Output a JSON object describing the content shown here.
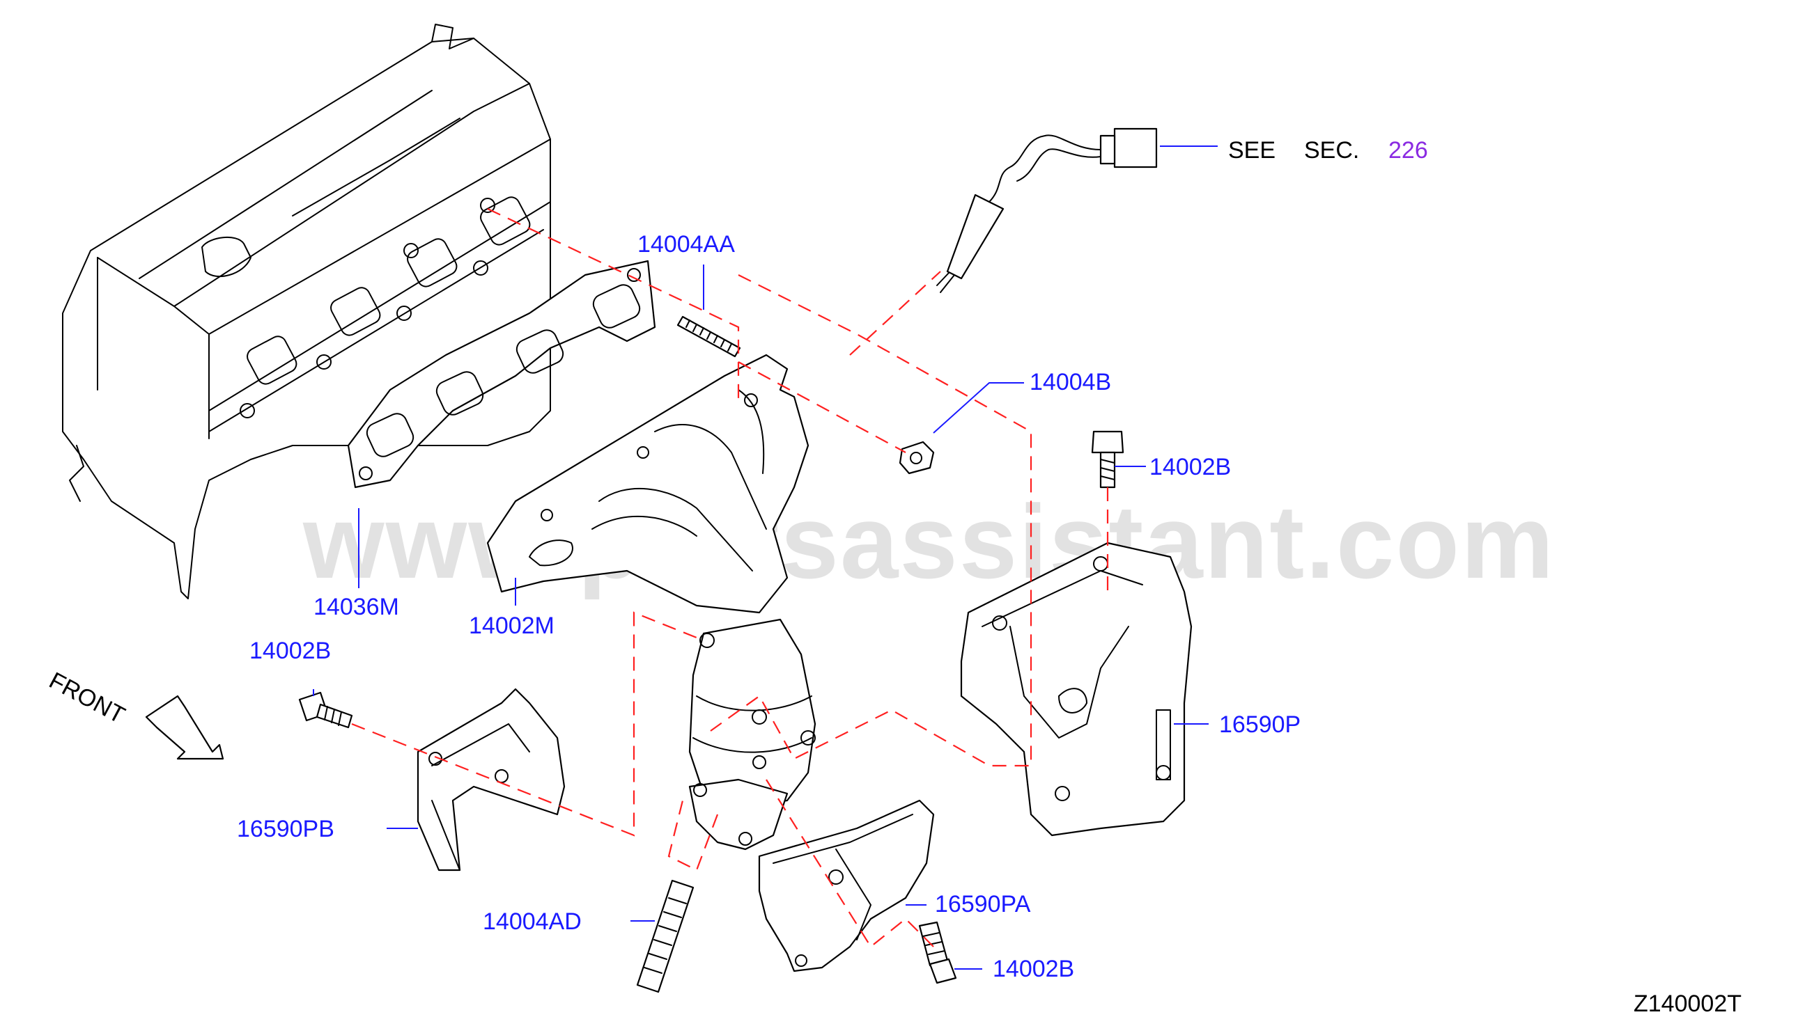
{
  "watermark": "www.partsassistant.com",
  "diagram_code": "Z140002T",
  "front_label": "FRONT",
  "see_section": {
    "see": "SEE",
    "sec": "SEC.",
    "number": "226"
  },
  "callouts": {
    "stud_upper": "14004AA",
    "nut": "14004B",
    "bolt_right": "14002B",
    "gasket": "14036M",
    "manifold": "14002M",
    "bolt_left": "14002B",
    "insulator_right": "16590P",
    "insulator_left": "16590PB",
    "stud_lower": "14004AD",
    "insulator_lower": "16590PA",
    "bolt_lower": "14002B"
  },
  "colors": {
    "callout": "#1a1aff",
    "section_link": "#8a2be2",
    "dash_lines": "#ff2020",
    "watermark": "#d9d9d9"
  }
}
